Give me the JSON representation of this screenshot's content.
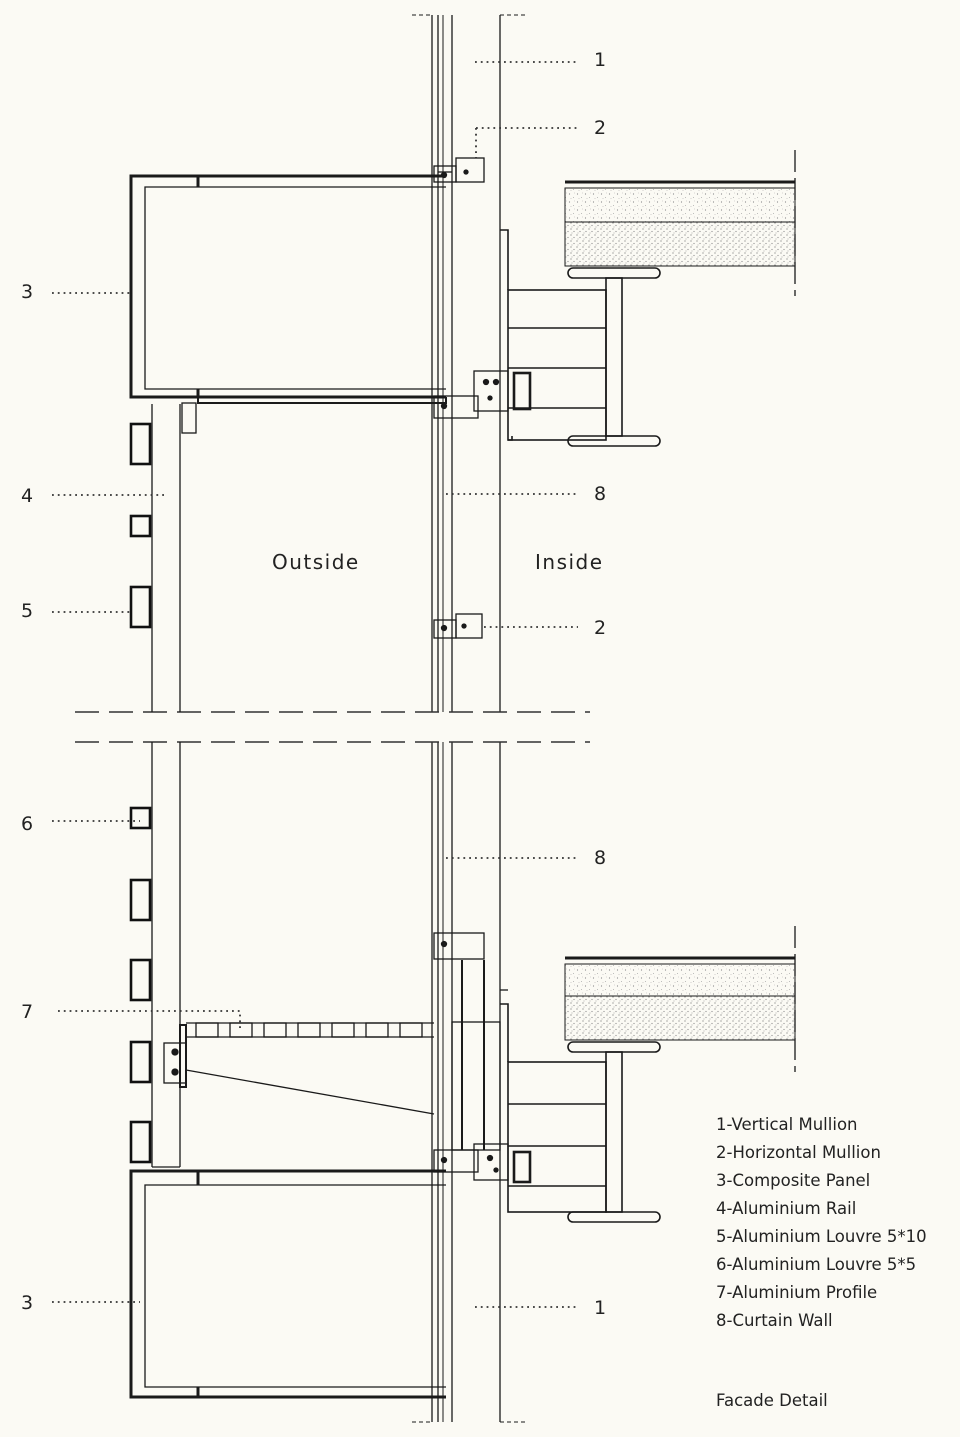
{
  "zones": {
    "outside": "Outside",
    "inside": "Inside"
  },
  "callouts": [
    {
      "id": "c1-top",
      "num": "1"
    },
    {
      "id": "c2-top",
      "num": "2"
    },
    {
      "id": "c3-top",
      "num": "3"
    },
    {
      "id": "c4",
      "num": "4"
    },
    {
      "id": "c8-top",
      "num": "8"
    },
    {
      "id": "c5",
      "num": "5"
    },
    {
      "id": "c2-mid",
      "num": "2"
    },
    {
      "id": "c6",
      "num": "6"
    },
    {
      "id": "c8-bot",
      "num": "8"
    },
    {
      "id": "c7",
      "num": "7"
    },
    {
      "id": "c3-bot",
      "num": "3"
    },
    {
      "id": "c1-bot",
      "num": "1"
    }
  ],
  "legend": [
    "1-Vertical Mullion",
    "2-Horizontal Mullion",
    "3-Composite Panel",
    "4-Aluminium Rail",
    "5-Aluminium Louvre 5*10",
    "6-Aluminium Louvre 5*5",
    "7-Aluminium Profile",
    "8-Curtain Wall"
  ],
  "caption": "Facade Detail",
  "colors": {
    "background": "#fbfaf4",
    "line": "#1a1a1a"
  }
}
